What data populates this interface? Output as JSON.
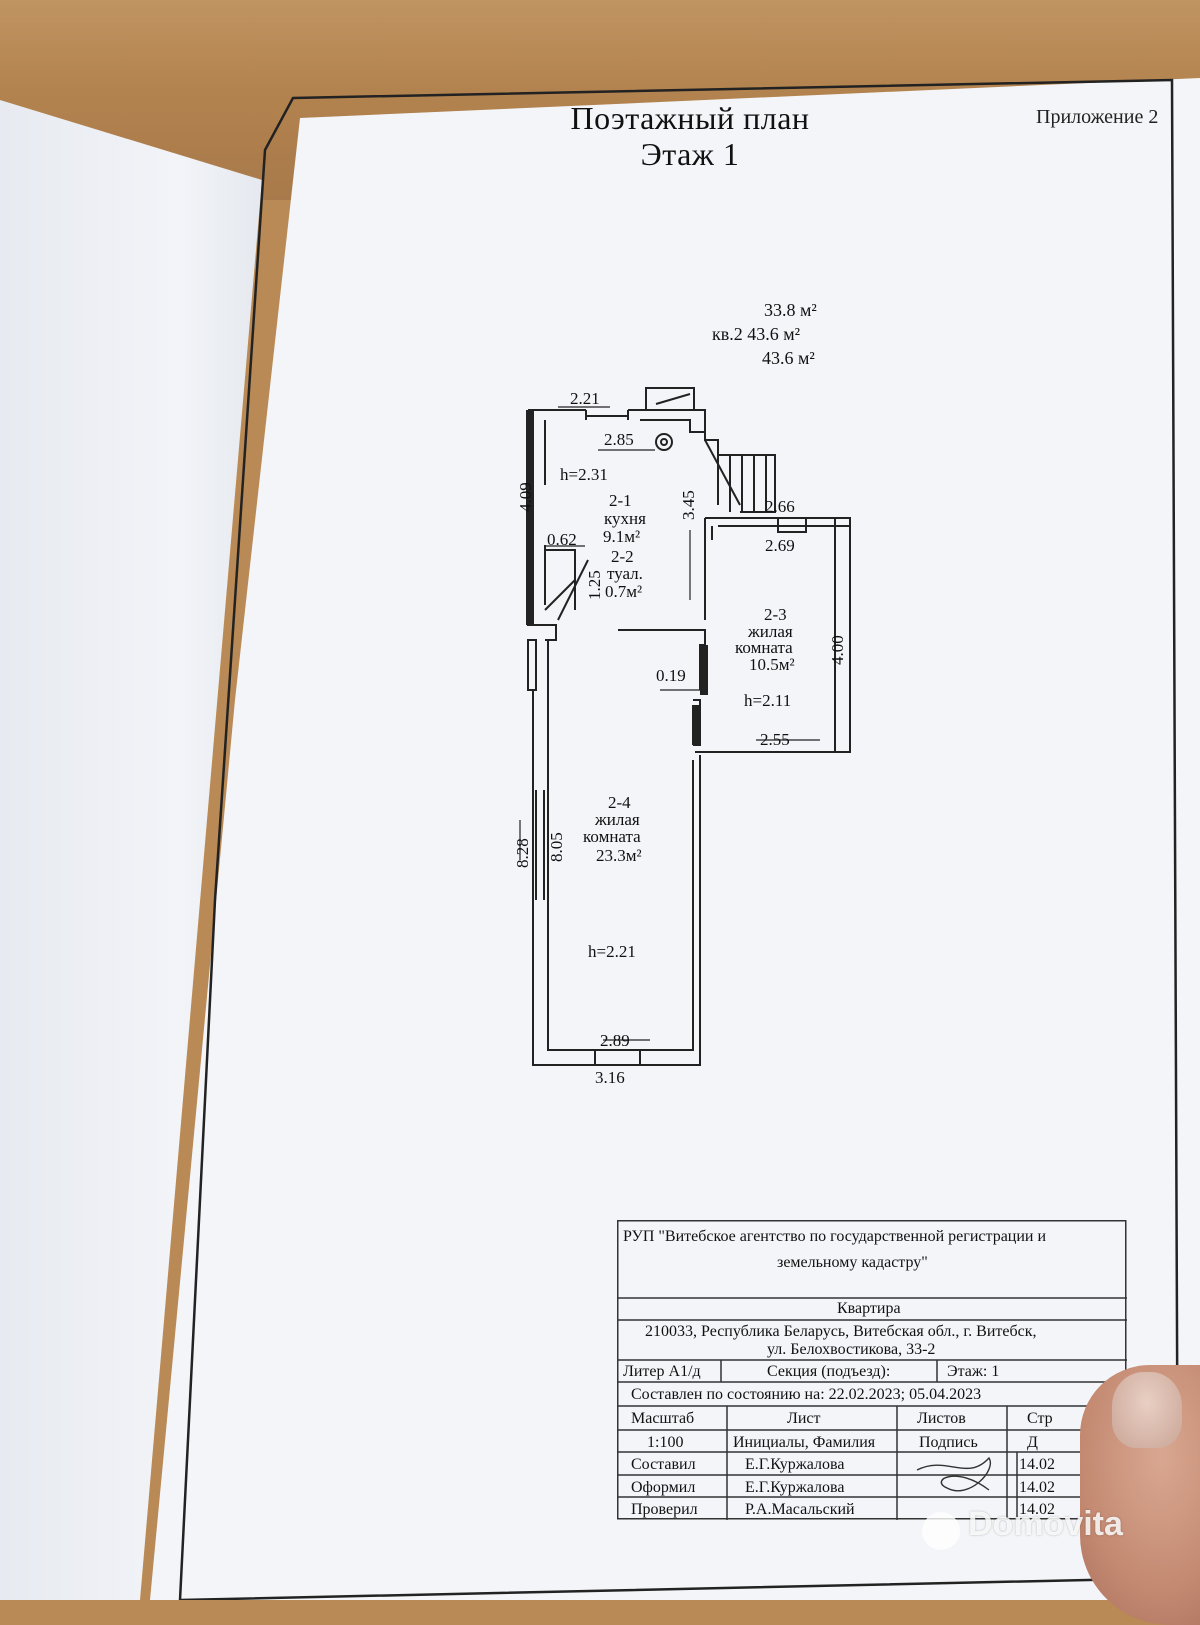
{
  "header": {
    "title_line1": "Поэтажный план",
    "title_line2": "Этаж 1",
    "appendix": "Приложение 2"
  },
  "areas": {
    "line1": "33.8 м²",
    "line2": "кв.2 43.6 м²",
    "line3": "43.6 м²"
  },
  "plan": {
    "dims": {
      "d_221_top": "2.21",
      "d_285": "2.85",
      "d_409": "4.09",
      "d_345": "3.45",
      "d_266": "2.66",
      "d_269": "2.69",
      "d_062": "0.62",
      "d_125": "1.25",
      "d_400": "4.00",
      "d_019": "0.19",
      "d_255": "2.55",
      "d_828": "8.28",
      "d_805": "8.05",
      "d_289": "2.89",
      "d_316": "3.16"
    },
    "heights": {
      "h_kitchen": "h=2.31",
      "h_room3": "h=2.11",
      "h_room4": "h=2.21"
    },
    "rooms": {
      "r1_num": "2-1",
      "r1_name": "кухня",
      "r1_area": "9.1м²",
      "r2_num": "2-2",
      "r2_name": "туал.",
      "r2_area": "0.7м²",
      "r3_num": "2-3",
      "r3_name1": "жилая",
      "r3_name2": "комната",
      "r3_area": "10.5м²",
      "r4_num": "2-4",
      "r4_name1": "жилая",
      "r4_name2": "комната",
      "r4_area": "23.3м²"
    }
  },
  "stamp": {
    "org1": "РУП \"Витебское агентство по государственной регистрации и",
    "org2": "земельному кадастру\"",
    "object": "Квартира",
    "address1": "210033, Республика Беларусь, Витебская обл., г. Витебск,",
    "address2": "ул. Белохвостикова, 33-2",
    "liter": "Литер А1/д",
    "section": "Секция (подъезд):",
    "floor": "Этаж: 1",
    "composed_state": "Составлен по состоянию на: 22.02.2023; 05.04.2023",
    "scale_label": "Масштаб",
    "sheet_label": "Лист",
    "sheets_label": "Листов",
    "page_label": "Стр",
    "scale_value": "1:100",
    "initials_label": "Инициалы, Фамилия",
    "signature_label": "Подпись",
    "date_label": "Д",
    "role1": "Составил",
    "person1": "Е.Г.Куржалова",
    "date1": "14.02",
    "role2": "Оформил",
    "person2": "Е.Г.Куржалова",
    "date2": "14.02",
    "role3": "Проверил",
    "person3": "Р.А.Масальский",
    "date3": "14.02"
  },
  "watermark": "Domovita"
}
